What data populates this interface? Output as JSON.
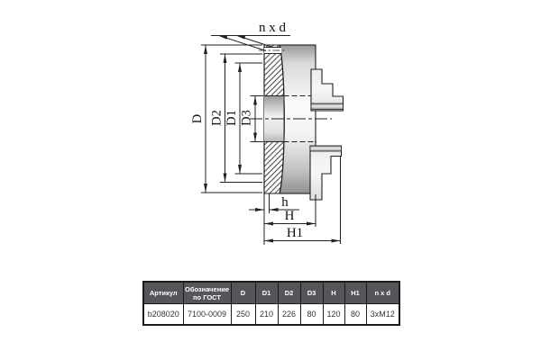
{
  "drawing": {
    "labels": {
      "bolt_pattern": "n x d",
      "D": "D",
      "D2": "D2",
      "D1": "D1",
      "D3": "D3",
      "h": "h",
      "H": "H",
      "H1": "H1"
    }
  },
  "table": {
    "headers": [
      "Артикул",
      "Обозначение по ГОСТ",
      "D",
      "D1",
      "D2",
      "D3",
      "H",
      "H1",
      "n x d"
    ],
    "rows": [
      [
        "b208020",
        "7100-0009",
        "250",
        "210",
        "226",
        "80",
        "120",
        "80",
        "3xM12"
      ]
    ]
  },
  "colors": {
    "table_header_bg": "#56565a",
    "table_border": "#1b1b1b",
    "drawing_line": "#222222"
  }
}
